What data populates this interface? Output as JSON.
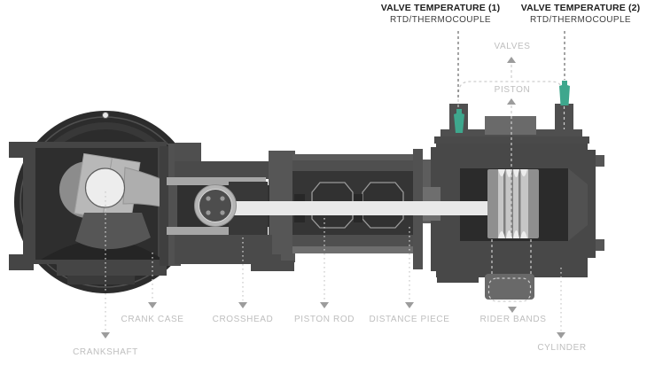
{
  "diagram": {
    "annotations": [
      {
        "title": "VALVE TEMPERATURE (1)",
        "subtitle": "RTD/THERMOCOUPLE"
      },
      {
        "title": "VALVE TEMPERATURE (2)",
        "subtitle": "RTD/THERMOCOUPLE"
      }
    ],
    "part_labels": {
      "valves": "VALVES",
      "piston": "PISTON",
      "crankshaft": "CRANKSHAFT",
      "crank_case": "CRANK CASE",
      "crosshead": "CROSSHEAD",
      "piston_rod": "PISTON ROD",
      "distance_piece": "DISTANCE PIECE",
      "rider_bands": "RIDER BANDS",
      "cylinder": "CYLINDER"
    },
    "icons": {
      "sensor_1": "temperature-probe-icon",
      "sensor_2": "temperature-probe-icon"
    },
    "colors": {
      "background": "#FFFFFF",
      "sensor_teal": "#3EA78D",
      "label_gray": "#BEBEBE",
      "title_dark": "#1D1D1D",
      "subtitle_gray": "#3E3E3E",
      "callout_dark": "#5A5A5A",
      "callout_light": "#CDCDCD",
      "arrow_gray": "#9C9C9C",
      "body_dark": "#474747",
      "body_darkest": "#2C2C2C",
      "metal_light": "#B5B5B5",
      "rod_light": "#E9E9E9"
    }
  }
}
